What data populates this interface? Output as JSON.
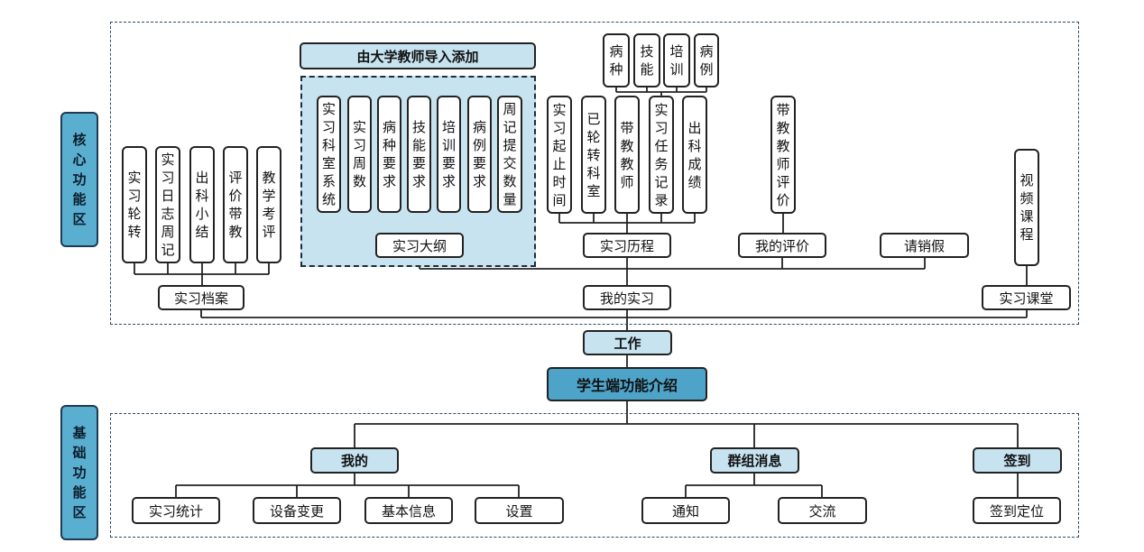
{
  "side_labels": {
    "core": "核心功能区",
    "basic": "基础功能区"
  },
  "root": "学生端功能介绍",
  "work": "工作",
  "teacher_import": "由大学教师导入添加",
  "core": {
    "archive": {
      "label": "实习档案",
      "items": [
        "实习轮转",
        "实习日志周记",
        "出科小结",
        "评价带教",
        "教学考评"
      ]
    },
    "my_internship": "我的实习",
    "outline": {
      "label": "实习大纲",
      "items": [
        "实习科室系统",
        "实习周数",
        "病种要求",
        "技能要求",
        "培训要求",
        "病例要求",
        "周记提交数量"
      ]
    },
    "course": {
      "label": "实习历程",
      "items": [
        "实习起止时间",
        "已轮转科室",
        "带教教师",
        "实习任务记录",
        "出科成绩"
      ]
    },
    "task_items": [
      "病种",
      "技能",
      "培训",
      "病例"
    ],
    "my_eval": {
      "label": "我的评价",
      "items": [
        "带教教师评价"
      ]
    },
    "leave": "请销假",
    "classroom": {
      "label": "实习课堂",
      "items": [
        "视频课程"
      ]
    }
  },
  "basic": {
    "mine": {
      "label": "我的",
      "items": [
        "实习统计",
        "设备变更",
        "基本信息",
        "设置"
      ]
    },
    "group_msg": {
      "label": "群组消息",
      "items": [
        "通知",
        "交流"
      ]
    },
    "checkin": {
      "label": "签到",
      "items": [
        "签到定位"
      ]
    }
  }
}
